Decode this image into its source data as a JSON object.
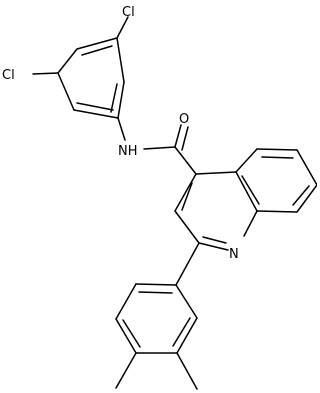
{
  "atoms": {
    "cl_top": "Cl",
    "cl_left": "Cl",
    "nh": "NH",
    "o": "O",
    "n": "N"
  }
}
